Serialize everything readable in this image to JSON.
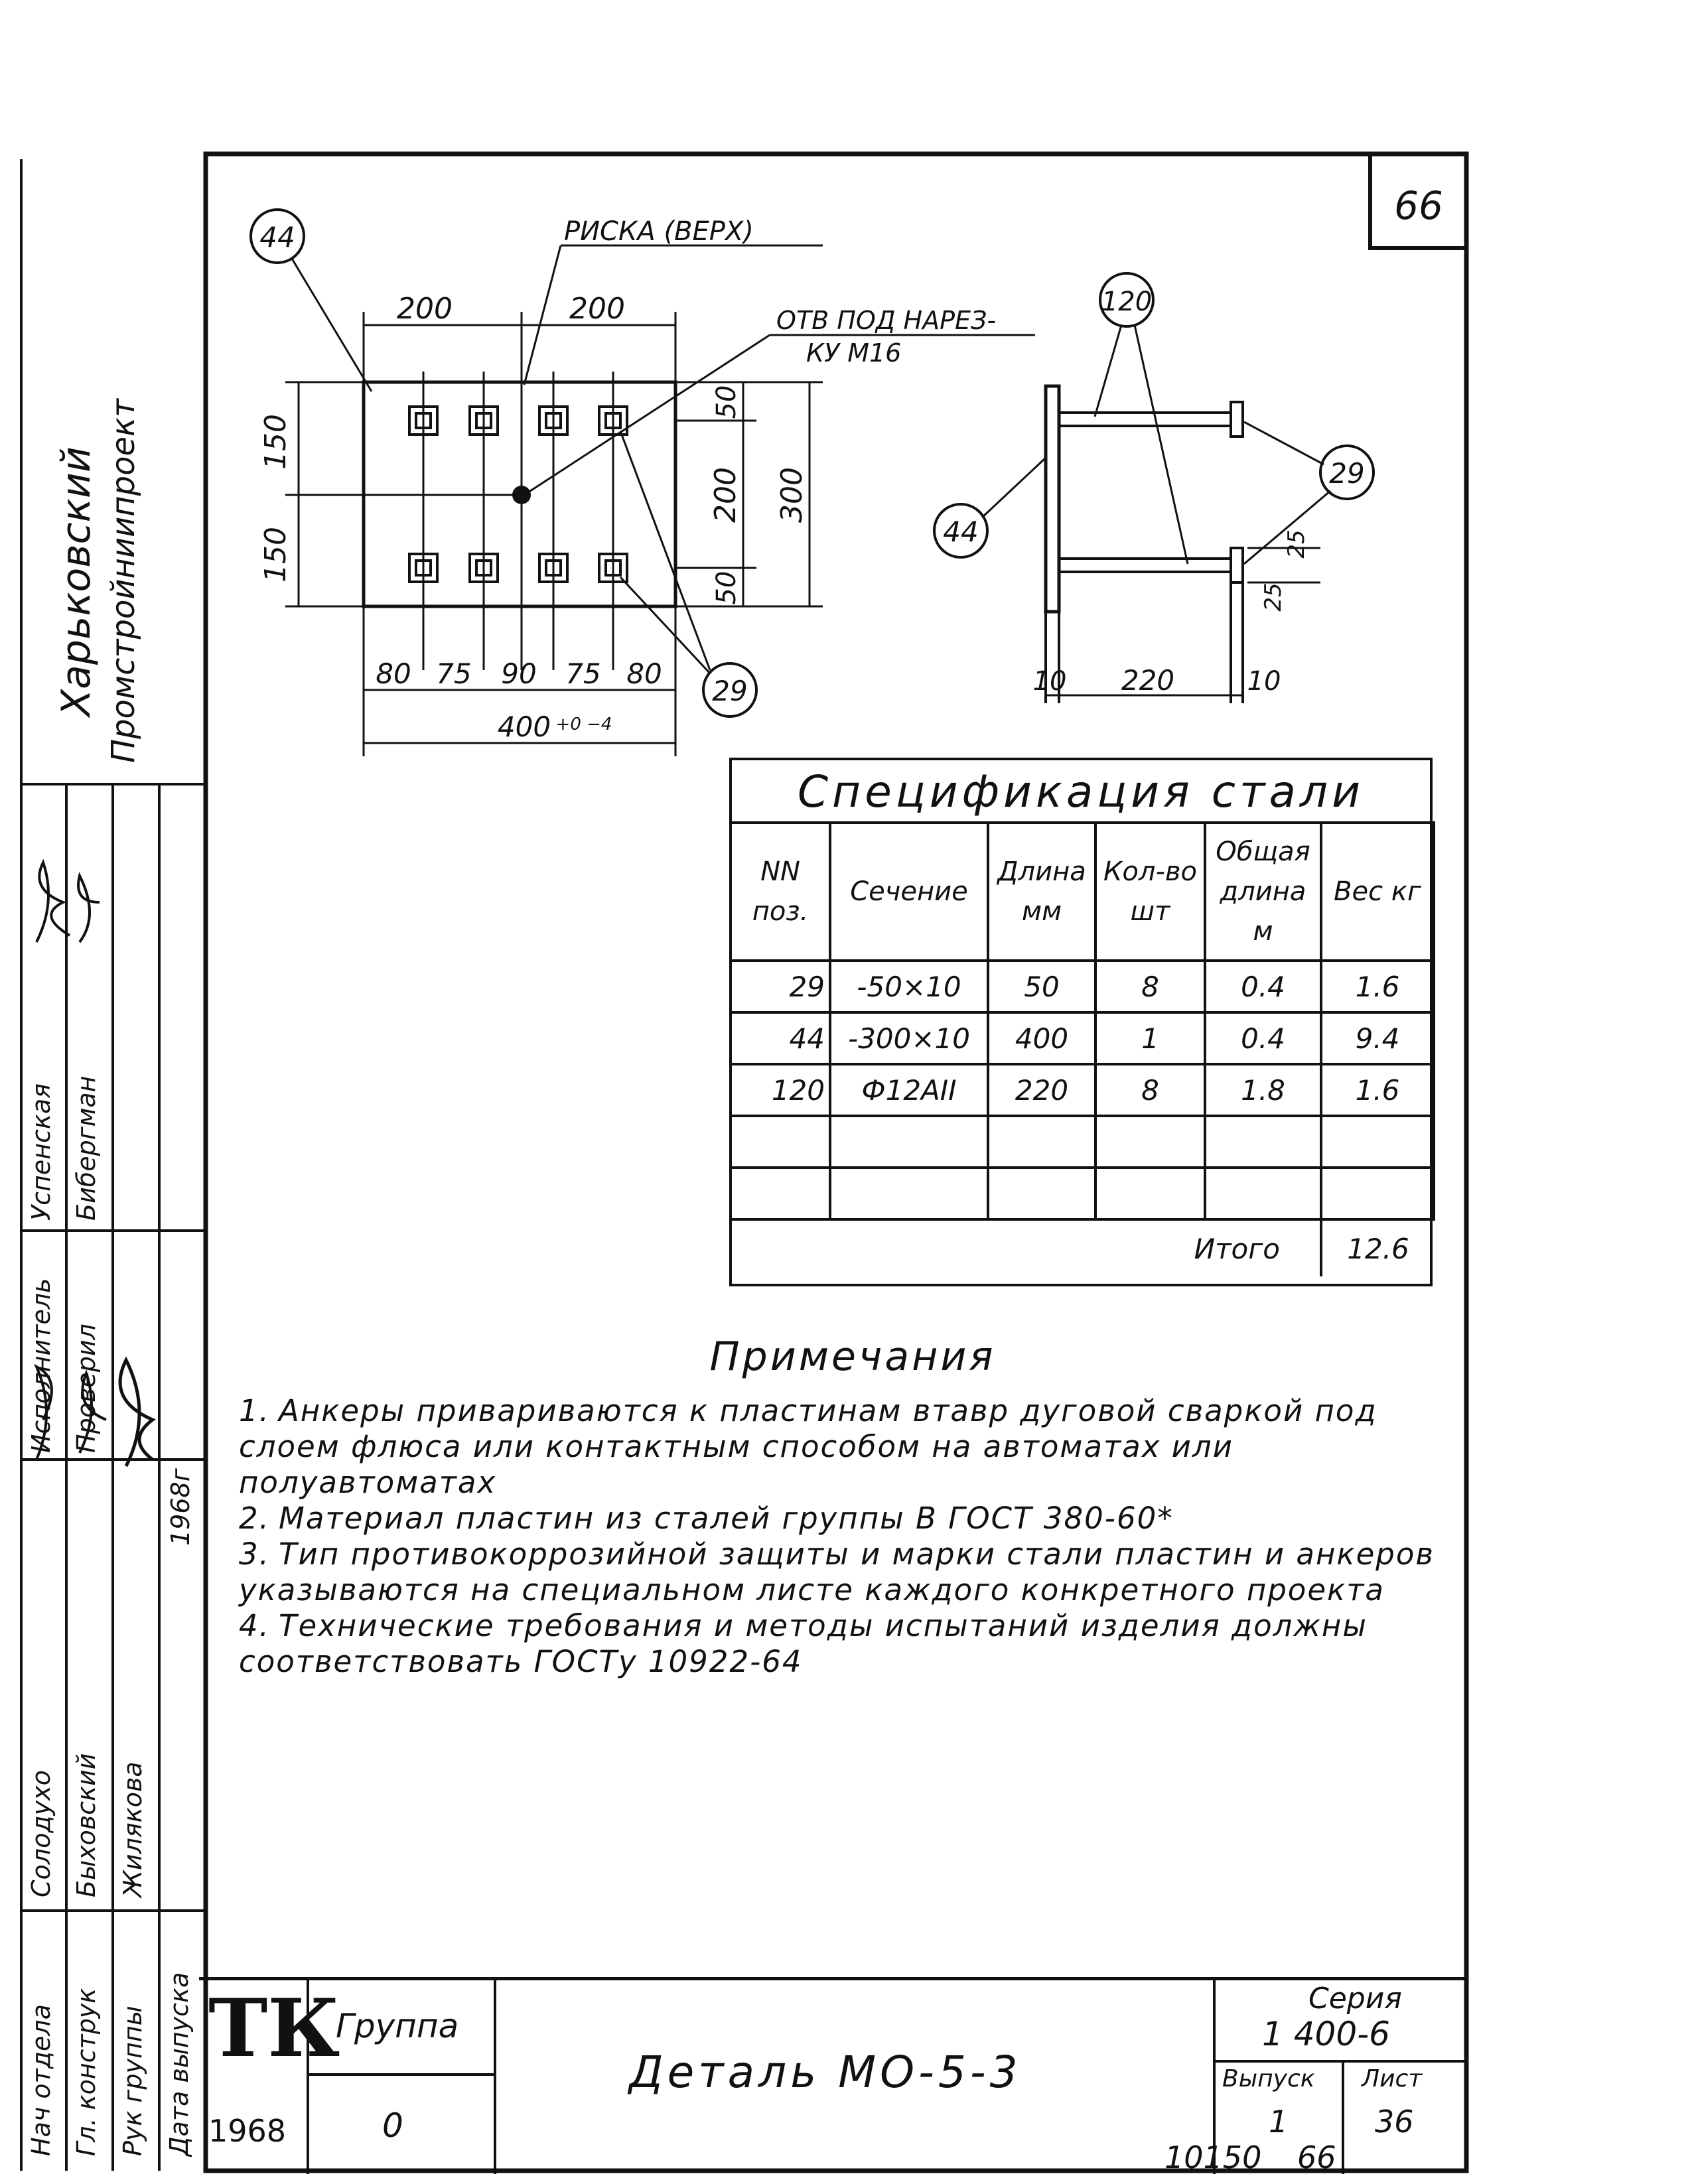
{
  "sheet_number": "66",
  "drawing": {
    "callout_44": "44",
    "callout_29": "29",
    "callout_120": "120",
    "label_riska": "РИСКА (ВЕРХ)",
    "label_hole_line1": "ОТВ ПОД НАРЕЗ-",
    "label_hole_line2": "КУ М16",
    "dims_plan": {
      "top_left": "200",
      "top_right": "200",
      "left_top": "150",
      "left_bottom": "150",
      "right_top": "50",
      "right_mid": "200",
      "right_bottom": "50",
      "right_total": "300",
      "bottom": [
        "80",
        "75",
        "90",
        "75",
        "80"
      ],
      "bottom_total": "400",
      "tolerance": "+0 −4"
    },
    "dims_section": {
      "left": "10",
      "mid": "220",
      "right": "10",
      "plate_a": "25",
      "plate_b": "25"
    }
  },
  "spec": {
    "title": "Спецификация стали",
    "headers": [
      "NN поз.",
      "Сечение",
      "Длина мм",
      "Кол-во шт",
      "Общая длина м",
      "Вес кг"
    ],
    "rows": [
      {
        "pos": "29",
        "section": "-50×10",
        "length": "50",
        "qty": "8",
        "total_length": "0.4",
        "weight": "1.6"
      },
      {
        "pos": "44",
        "section": "-300×10",
        "length": "400",
        "qty": "1",
        "total_length": "0.4",
        "weight": "9.4"
      },
      {
        "pos": "120",
        "section": "Ф12АII",
        "length": "220",
        "qty": "8",
        "total_length": "1.8",
        "weight": "1.6"
      }
    ],
    "total_label": "Итого",
    "total_value": "12.6"
  },
  "notes": {
    "title": "Примечания",
    "items": [
      {
        "n": "1.",
        "text": "Анкеры привариваются к пластинам втавр дуговой сваркой под слоем флюса или контактным способом на автоматах или полуавтоматах"
      },
      {
        "n": "2.",
        "text": "Материал пластин из сталей группы В ГОСТ 380-60*"
      },
      {
        "n": "3.",
        "text": "Тип противокоррозийной защиты и марки стали пластин и анкеров указываются на специальном листе каждого конкретного проекта"
      },
      {
        "n": "4.",
        "text": "Технические требования и методы испытаний изделия должны соответствовать ГОСТу 10922-64"
      }
    ]
  },
  "title_block": {
    "logo": "ТК",
    "year": "1968",
    "group_label": "Группа",
    "group_value": "0",
    "title": "Деталь МО-5-3",
    "series_label": "Серия",
    "series_value": "1 400-6",
    "issue_label": "Выпуск",
    "issue_value": "1",
    "sheet_label": "Лист",
    "sheet_value": "36",
    "bottom_code": "10150",
    "bottom_sheet": "66"
  },
  "side_stamp": {
    "org_line1": "Харьковский",
    "org_line2": "Промстройниипроект",
    "roles": [
      "Нач отдела",
      "Гл. конструк",
      "Рук группы",
      "Дата выпуска"
    ],
    "names": [
      "Солодухо",
      "Быховский",
      "Жилякова"
    ],
    "roles2": [
      "Исполнитель",
      "Проверил"
    ],
    "names2": [
      "Успенская",
      "Бибергман"
    ],
    "date": "1968г"
  }
}
